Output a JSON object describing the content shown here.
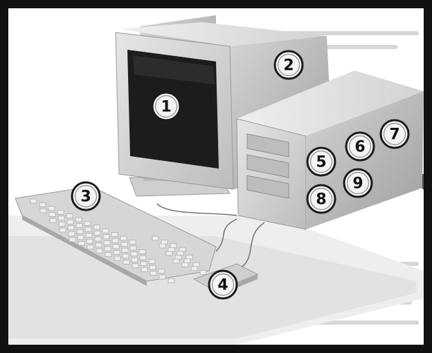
{
  "callouts": [
    {
      "label": "1",
      "part": "monitor-screen"
    },
    {
      "label": "2",
      "part": "monitor-case"
    },
    {
      "label": "3",
      "part": "keyboard"
    },
    {
      "label": "4",
      "part": "mouse"
    },
    {
      "label": "5",
      "part": "system-unit-side"
    },
    {
      "label": "6",
      "part": "system-unit-side"
    },
    {
      "label": "7",
      "part": "system-unit-side"
    },
    {
      "label": "8",
      "part": "system-unit-side"
    },
    {
      "label": "9",
      "part": "system-unit-side"
    }
  ],
  "colors": {
    "frame": "#111111",
    "screen": "#1c1c1c",
    "plastic_light": "#dcdcdc",
    "plastic_mid": "#c4c4c4",
    "plastic_dark": "#a8a8a8"
  }
}
